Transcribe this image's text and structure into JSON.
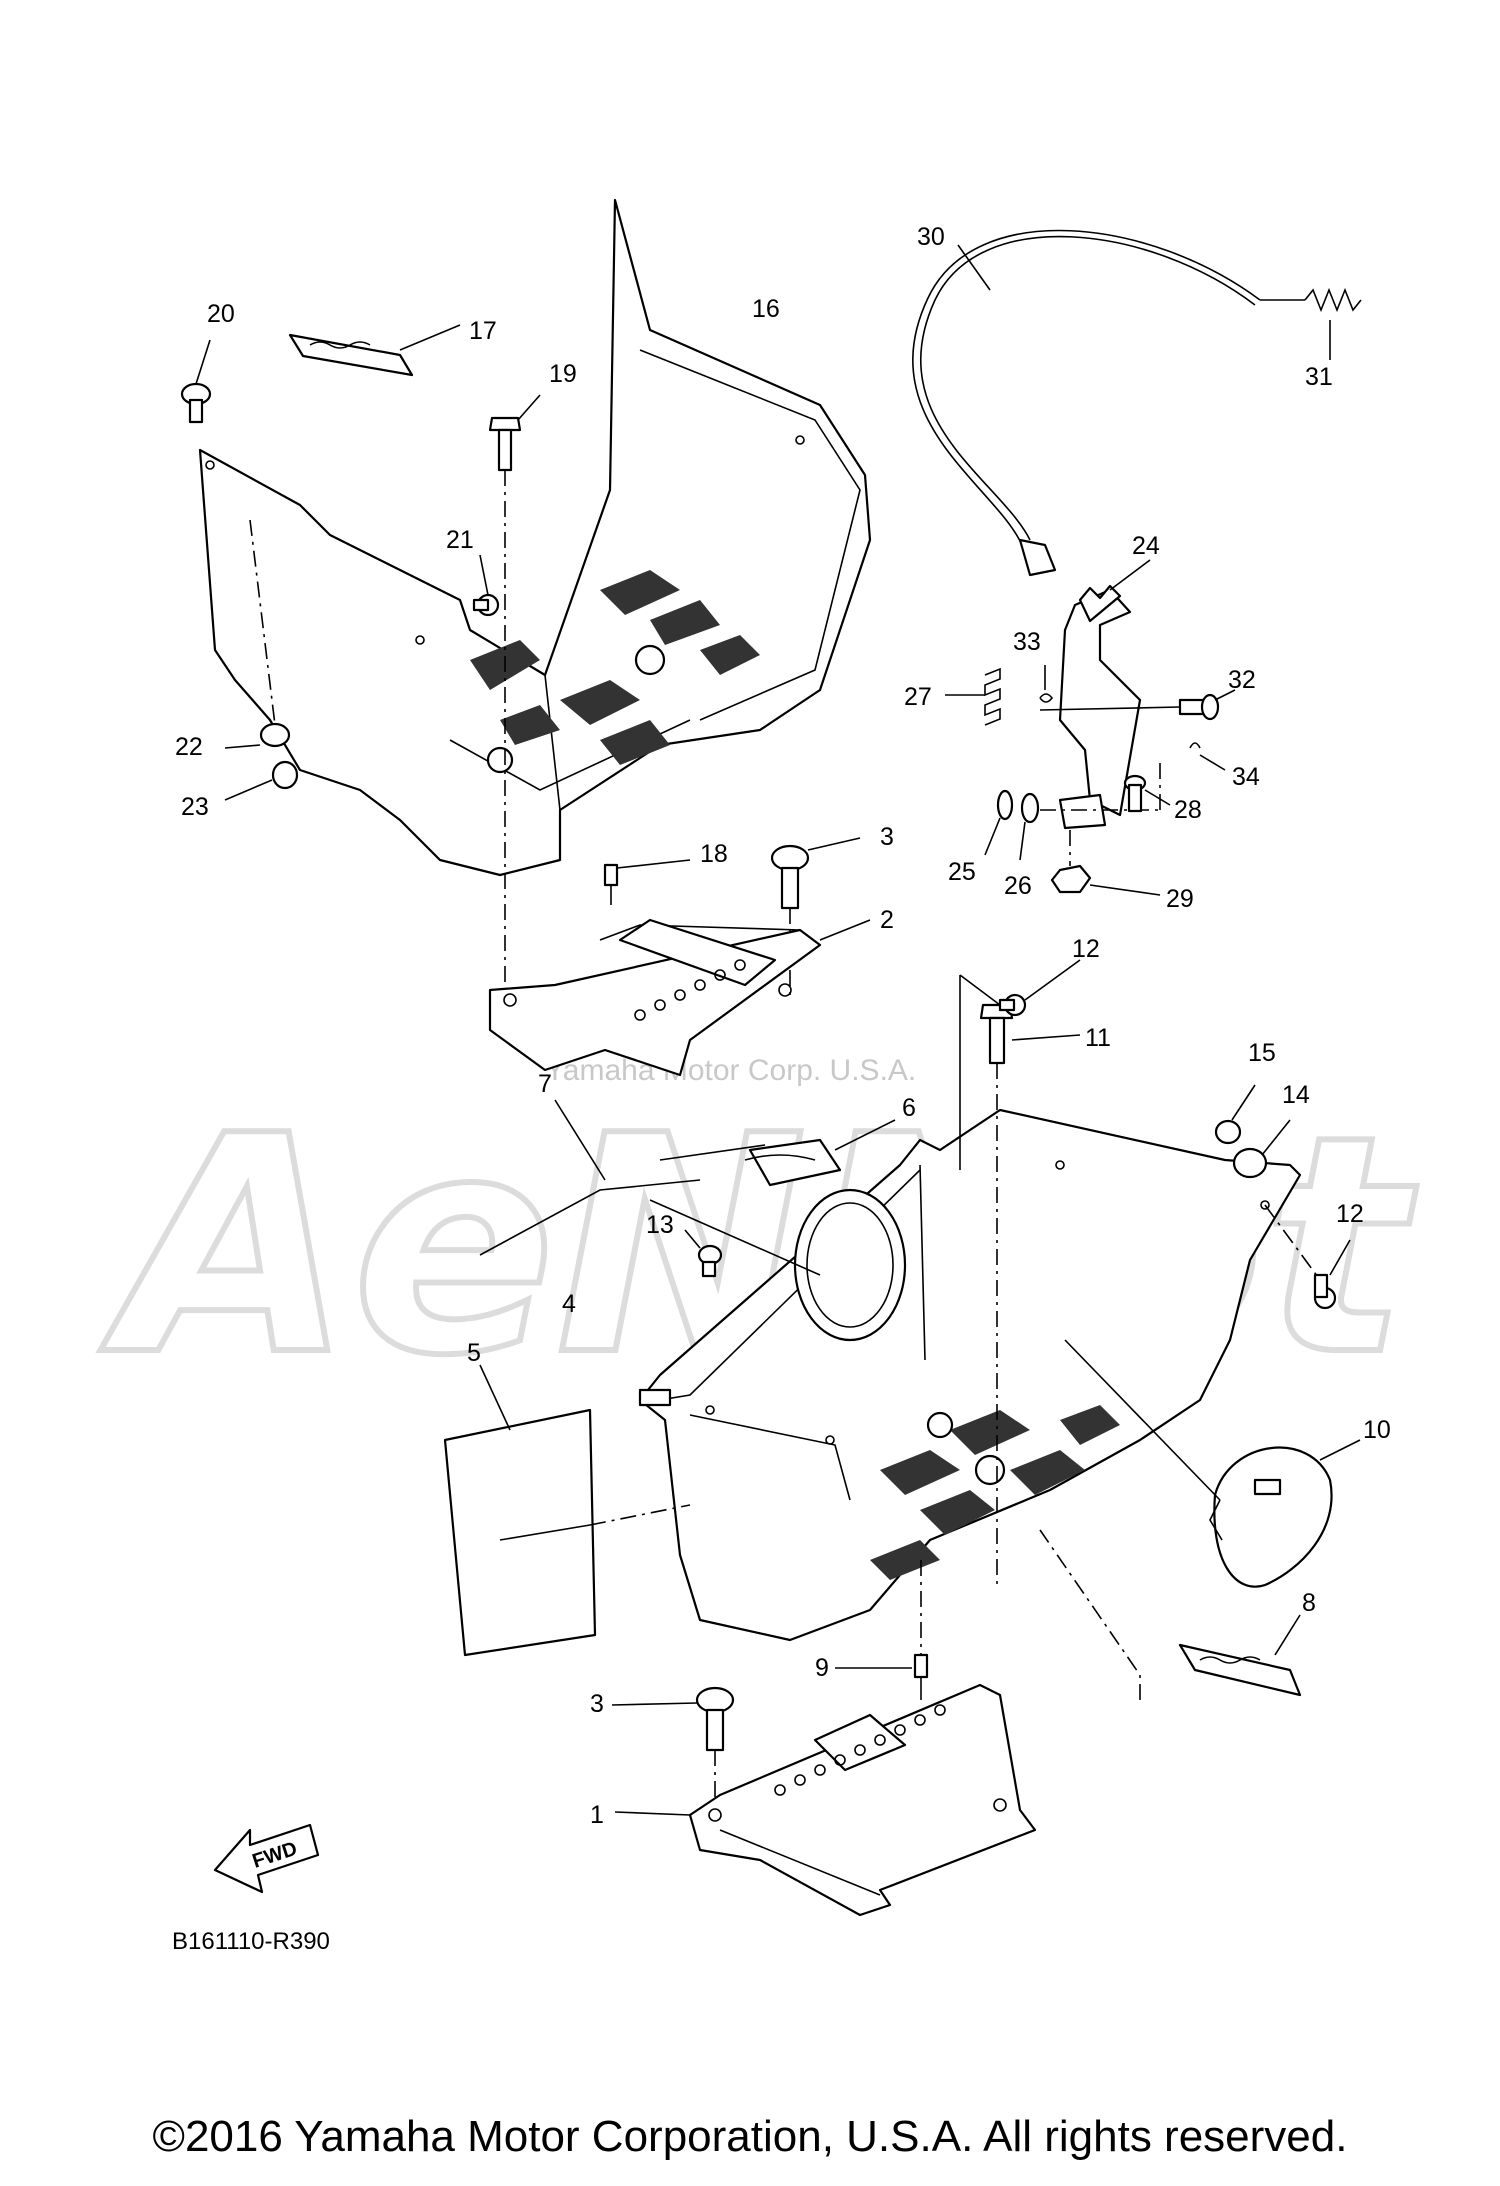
{
  "diagram": {
    "watermark_text": "Yamaha Motor Corp. U.S.A.",
    "watermark_logo": "AeNNot",
    "drawing_code": "B161110-R390",
    "fwd_label": "FWD",
    "copyright": "©2016 Yamaha Motor Corporation, U.S.A. All rights reserved.",
    "callouts": [
      "1",
      "2",
      "3",
      "3",
      "4",
      "5",
      "6",
      "7",
      "8",
      "9",
      "10",
      "11",
      "12",
      "12",
      "13",
      "14",
      "15",
      "16",
      "17",
      "18",
      "19",
      "20",
      "21",
      "22",
      "23",
      "24",
      "25",
      "26",
      "27",
      "28",
      "29",
      "30",
      "31",
      "32",
      "33",
      "34"
    ]
  }
}
